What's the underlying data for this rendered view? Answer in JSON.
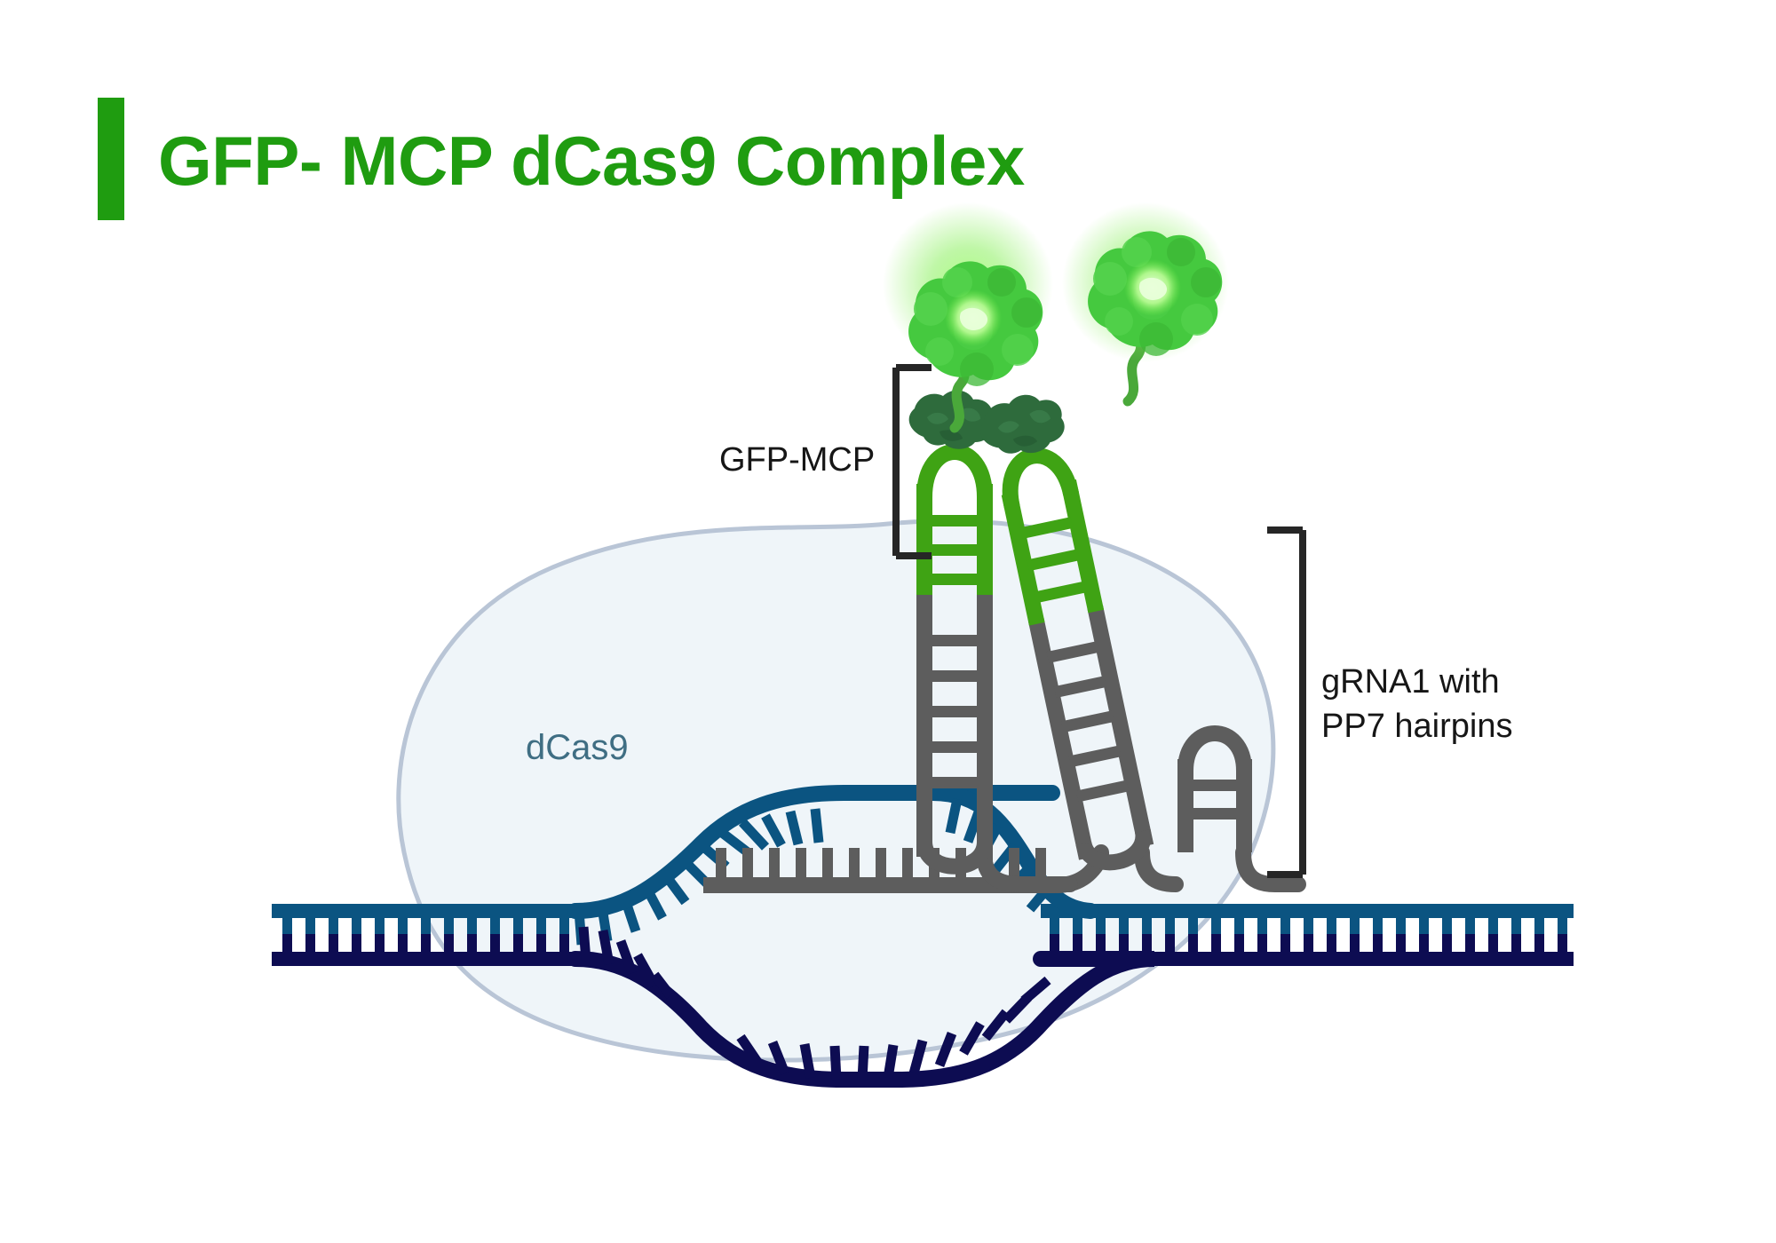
{
  "title": {
    "text": "GFP- MCP dCas9 Complex",
    "accent_color": "#1f9c10"
  },
  "labels": {
    "gfp_mcp": "GFP-MCP",
    "grna_line1": "gRNA1 with",
    "grna_line2": "PP7 hairpins",
    "dcas9": "dCas9"
  },
  "colors": {
    "title_green": "#1f9c10",
    "pp7_green": "#3fa314",
    "mcp_dark_green": "#2e6b3c",
    "gfp_bright_green": "#45c93f",
    "gfp_glow": "#7ef05a",
    "rna_gray": "#5d5d5d",
    "dna_top_strand": "#0b5481",
    "dna_bottom_strand": "#0d0c52",
    "dcas9_fill": "#eff5f9",
    "dcas9_border": "#b9c5d6",
    "bracket_black": "#262626",
    "label_text": "#161616",
    "dcas9_label": "#3f6e83"
  },
  "diagram": {
    "components": [
      "dCas9 protein body",
      "double-stranded DNA",
      "R-loop bubble",
      "gRNA1 scaffold",
      "PP7 hairpin 1",
      "PP7 hairpin 2",
      "small gray hairpin",
      "MCP protein 1",
      "MCP protein 2",
      "GFP fluorophore 1",
      "GFP fluorophore 2"
    ],
    "hairpin_count": 3,
    "gfp_count": 2,
    "mcp_count": 2
  }
}
